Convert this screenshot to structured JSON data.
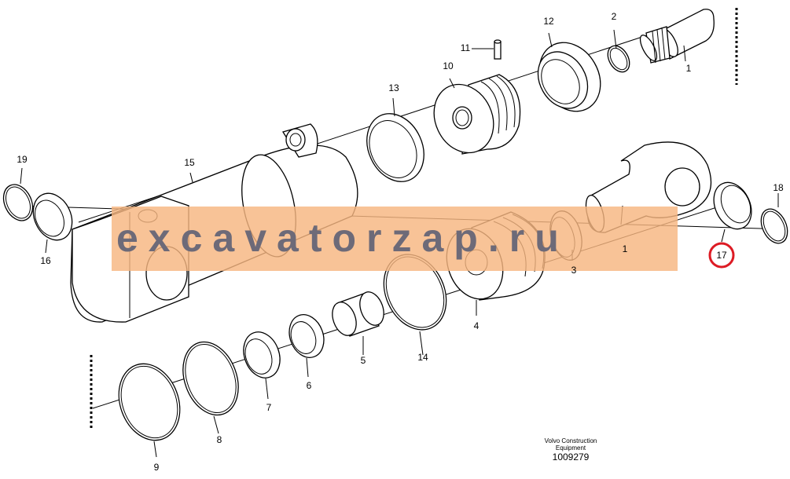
{
  "diagram": {
    "labels": {
      "p1a": "1",
      "p1b": "1",
      "p2": "2",
      "p3": "3",
      "p4": "4",
      "p5": "5",
      "p6": "6",
      "p7": "7",
      "p8": "8",
      "p9": "9",
      "p10": "10",
      "p11": "11",
      "p12": "12",
      "p13": "13",
      "p14": "14",
      "p15": "15",
      "p16": "16",
      "p17": "17",
      "p18": "18",
      "p19": "19"
    },
    "highlighted_label": "17",
    "highlight_color": "#dd1b24",
    "watermark": {
      "text": "excavatorzap.ru",
      "band_color": "#f6b680",
      "text_color": "#6d6a78"
    },
    "footer": {
      "manufacturer_line1": "Volvo Construction",
      "manufacturer_line2": "Equipment",
      "drawing_number": "1009279"
    }
  }
}
